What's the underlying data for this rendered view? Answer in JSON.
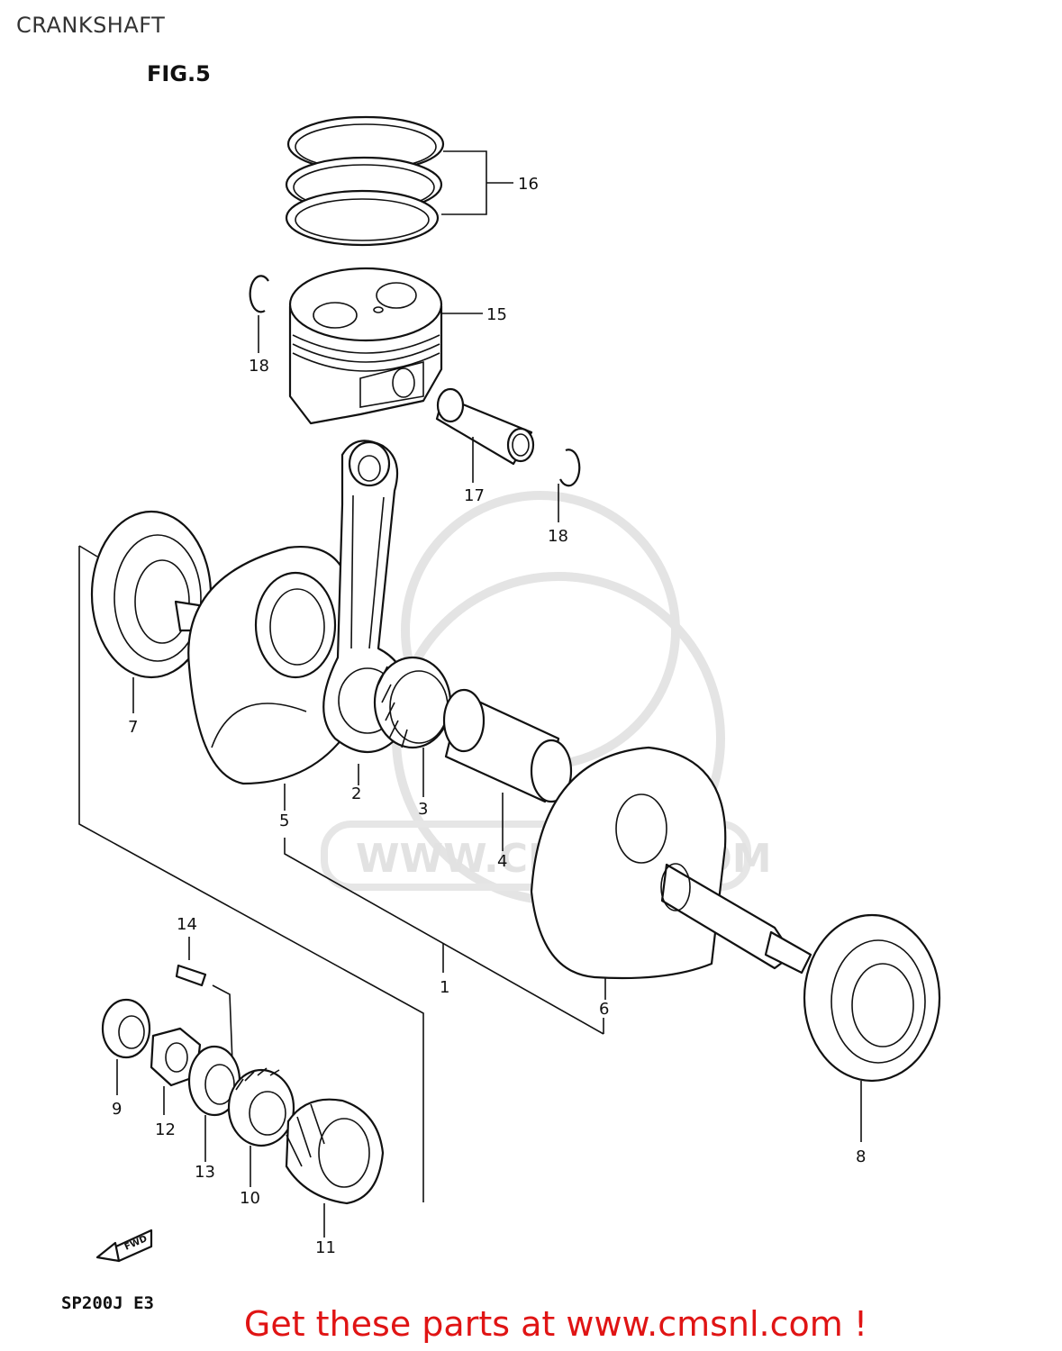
{
  "header": {
    "title": "CRANKSHAFT"
  },
  "figure": {
    "label": "FIG.5",
    "model_code": "SP200J  E3"
  },
  "watermark": {
    "text": "WWW.CMSNL.COM",
    "color": "#e2e2e2"
  },
  "promo": {
    "text": "Get these parts at www.cmsnl.com !",
    "color": "#e01414"
  },
  "callouts": {
    "p1": "1",
    "p2": "2",
    "p3": "3",
    "p4": "4",
    "p5": "5",
    "p6": "6",
    "p7": "7",
    "p8": "8",
    "p9": "9",
    "p10": "10",
    "p11": "11",
    "p12": "12",
    "p13": "13",
    "p14": "14",
    "p15": "15",
    "p16": "16",
    "p17": "17",
    "p18a": "18",
    "p18b": "18"
  },
  "fwd_arrow": {
    "label": "FWD"
  }
}
